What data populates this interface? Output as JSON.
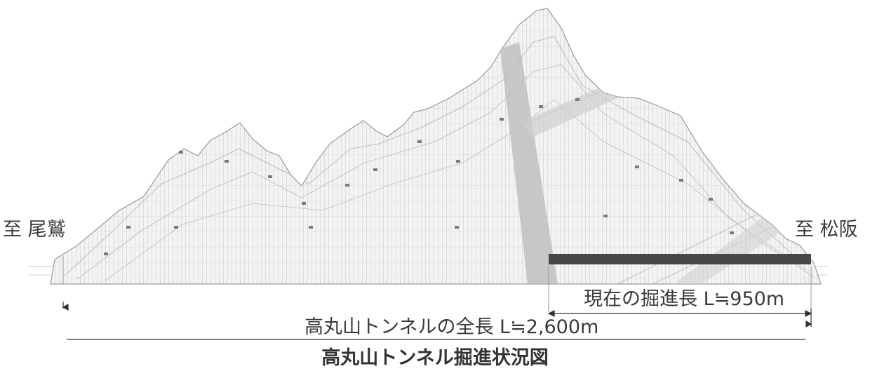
{
  "labels": {
    "left_place": "至 尾鷲",
    "right_place": "至 松阪",
    "current_length": "現在の掘進長 L≒950m",
    "total_length": "高丸山トンネルの全長 L≒2,600m",
    "title": "高丸山トンネル掘進状況図"
  },
  "colors": {
    "mountain_fill": "#efefef",
    "hatch": "#c4c4c4",
    "outline": "#9a9a9a",
    "fault_band": "#b9b9b9",
    "progress_bar": "#474747",
    "dim_line": "#333333"
  }
}
